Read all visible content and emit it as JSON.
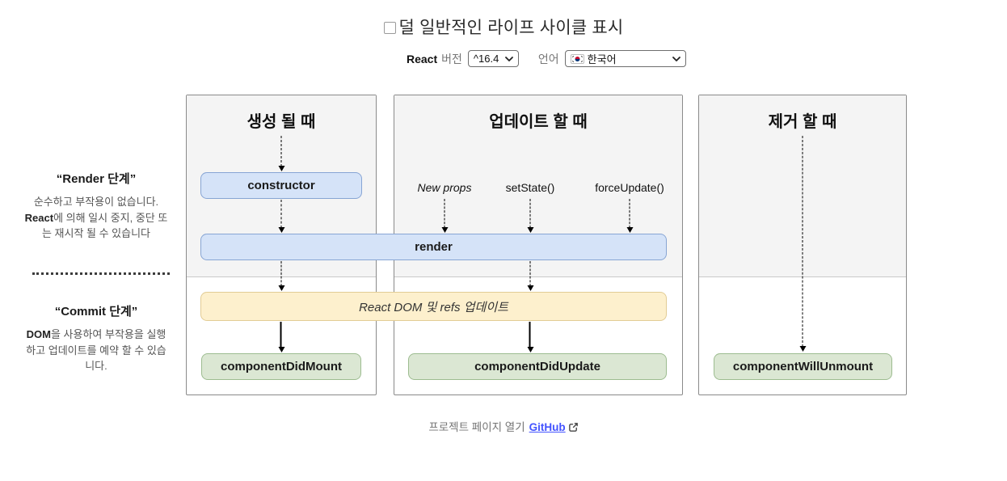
{
  "title": {
    "label": "덜 일반적인 라이프 사이클 표시",
    "checkbox_checked": false
  },
  "controls": {
    "react_label": "React",
    "version_label": "버전",
    "version_value": "^16.4",
    "language_label": "언어",
    "language_value": "한국어",
    "language_flag": "south-korea-flag"
  },
  "sidebar": {
    "render_phase": {
      "title": "“Render 단계”",
      "desc_part1": "순수하고 부작용이 없습니다. ",
      "desc_bold": "React",
      "desc_part2": "에 의해 일시 중지, 중단 또는 재시작 될 수 있습니다"
    },
    "commit_phase": {
      "title": "“Commit 단계”",
      "desc_bold": "DOM",
      "desc_part2": "을 사용하여 부작용을 실행하고 업데이트를 예약 할 수 있습니다."
    }
  },
  "columns": [
    {
      "title": "생성 될 때"
    },
    {
      "title": "업데이트 할 때"
    },
    {
      "title": "제거 할 때"
    }
  ],
  "triggers": [
    "New props",
    "setState()",
    "forceUpdate()"
  ],
  "boxes": {
    "constructor": "constructor",
    "render": "render",
    "dom_update": "React DOM 및 refs 업데이트",
    "did_mount": "componentDidMount",
    "did_update": "componentDidUpdate",
    "will_unmount": "componentWillUnmount"
  },
  "footer": {
    "text": "프로젝트 페이지 열기",
    "link_label": "GitHub"
  },
  "colors": {
    "lifecycle_blue_fill": "#d5e3f8",
    "lifecycle_blue_border": "#87a5d4",
    "dom_yellow_fill": "#fdf0cd",
    "dom_yellow_border": "#e2cc95",
    "lifecycle_green_fill": "#dbe7d3",
    "lifecycle_green_border": "#9dbc90",
    "panel_gray_bg": "#f4f4f4",
    "link_blue": "#4353ff"
  }
}
